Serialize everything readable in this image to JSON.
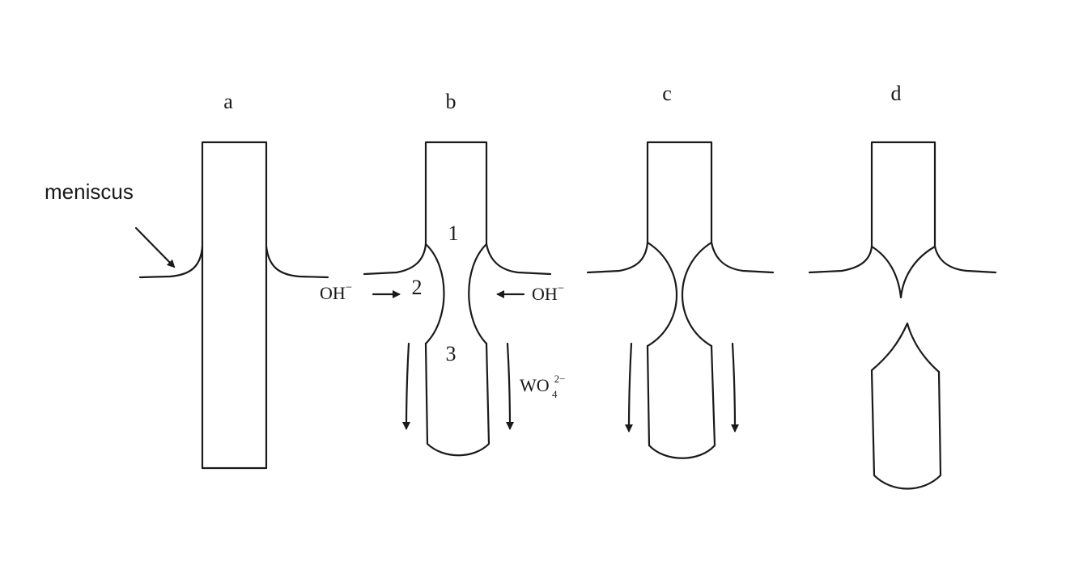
{
  "panels": [
    {
      "id": "a",
      "label": "a"
    },
    {
      "id": "b",
      "label": "b"
    },
    {
      "id": "c",
      "label": "c"
    },
    {
      "id": "d",
      "label": "d"
    }
  ],
  "annotations": {
    "meniscus": "meniscus",
    "region_1": "1",
    "region_2": "2",
    "region_3": "3",
    "ion_left": "OH",
    "ion_left_charge": "−",
    "ion_right": "OH",
    "ion_right_charge": "−",
    "tungstate": "WO",
    "tungstate_charge": "2−",
    "tungstate_subscript": "4"
  },
  "colors": {
    "line": "#1a1a1a",
    "background": "#ffffff"
  },
  "icons": {
    "pointer": "arrow-icon",
    "flow": "down-arrow-icon"
  }
}
